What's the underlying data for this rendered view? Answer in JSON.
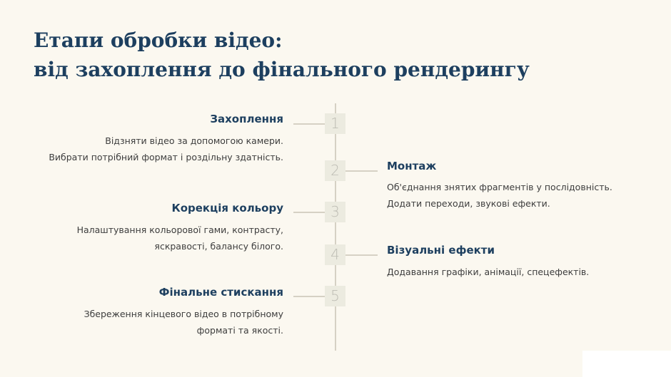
{
  "title": {
    "line1": "Етапи обробки відео:",
    "line2": "від захоплення до фінального рендерингу"
  },
  "stages": [
    {
      "number": "1",
      "title": "Захоплення",
      "lines": [
        "Відзняти відео за допомогою камери.",
        "Вибрати потрібний формат і роздільну здатність."
      ]
    },
    {
      "number": "2",
      "title": "Монтаж",
      "lines": [
        "Об'єднання знятих фрагментів у послідовність.",
        "Додати переходи, звукові ефекти."
      ]
    },
    {
      "number": "3",
      "title": "Корекція кольору",
      "lines": [
        "Налаштування кольорової гами, контрасту,",
        "яскравості, балансу білого."
      ]
    },
    {
      "number": "4",
      "title": "Візуальні ефекти",
      "lines": [
        "Додавання графіки, анімації, спецефектів."
      ]
    },
    {
      "number": "5",
      "title": "Фінальне стискання",
      "lines": [
        "Збереження кінцевого відео в потрібному",
        "форматі та якості."
      ]
    }
  ]
}
